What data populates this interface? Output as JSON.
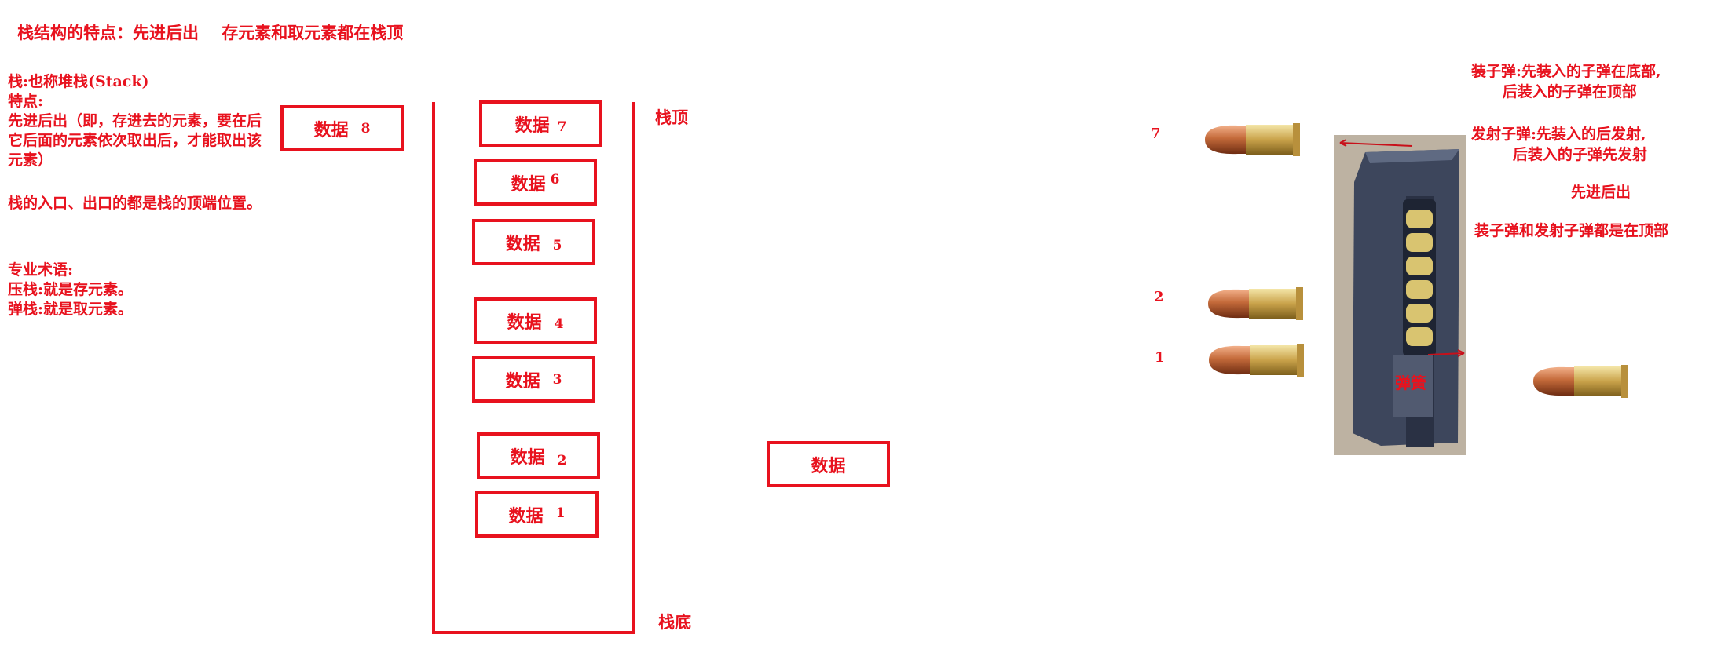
{
  "title": "栈结构的特点：先进后出    存元素和取元素都在栈顶",
  "description": {
    "line1": "栈:也称堆栈(Stack)",
    "line2": "特点:",
    "line3": "先进后出（即，存进去的元素，要在后它后面的元素依次取出后，才能取出该元素）",
    "line4": "栈的入口、出口的都是栈的顶端位置。",
    "line5": "专业术语:",
    "line6": "压栈:就是存元素。",
    "line7": "弹栈:就是取元素。"
  },
  "stack": {
    "top_label": "栈顶",
    "bottom_label": "栈底",
    "items": [
      {
        "label": "数据",
        "num": "7"
      },
      {
        "label": "数据",
        "num": "6"
      },
      {
        "label": "数据",
        "num": "5"
      },
      {
        "label": "数据",
        "num": "4"
      },
      {
        "label": "数据",
        "num": "3"
      },
      {
        "label": "数据",
        "num": "2"
      },
      {
        "label": "数据",
        "num": "1"
      }
    ],
    "pushing": {
      "label": "数据",
      "num": "8"
    },
    "popped": {
      "label": "数据"
    }
  },
  "bullets": {
    "b7": "7",
    "b2": "2",
    "b1": "1"
  },
  "magazine": {
    "spring_label": "弹簧"
  },
  "notes": {
    "load": "装子弹:先装入的子弹在底部,\n      后装入的子弹在顶部",
    "fire": "发射子弹:先装入的后发射,\n        后装入的子弹先发射",
    "lifo": "先进后出",
    "both": "装子弹和发射子弹都是在顶部"
  },
  "colors": {
    "accent": "#e8121e"
  }
}
